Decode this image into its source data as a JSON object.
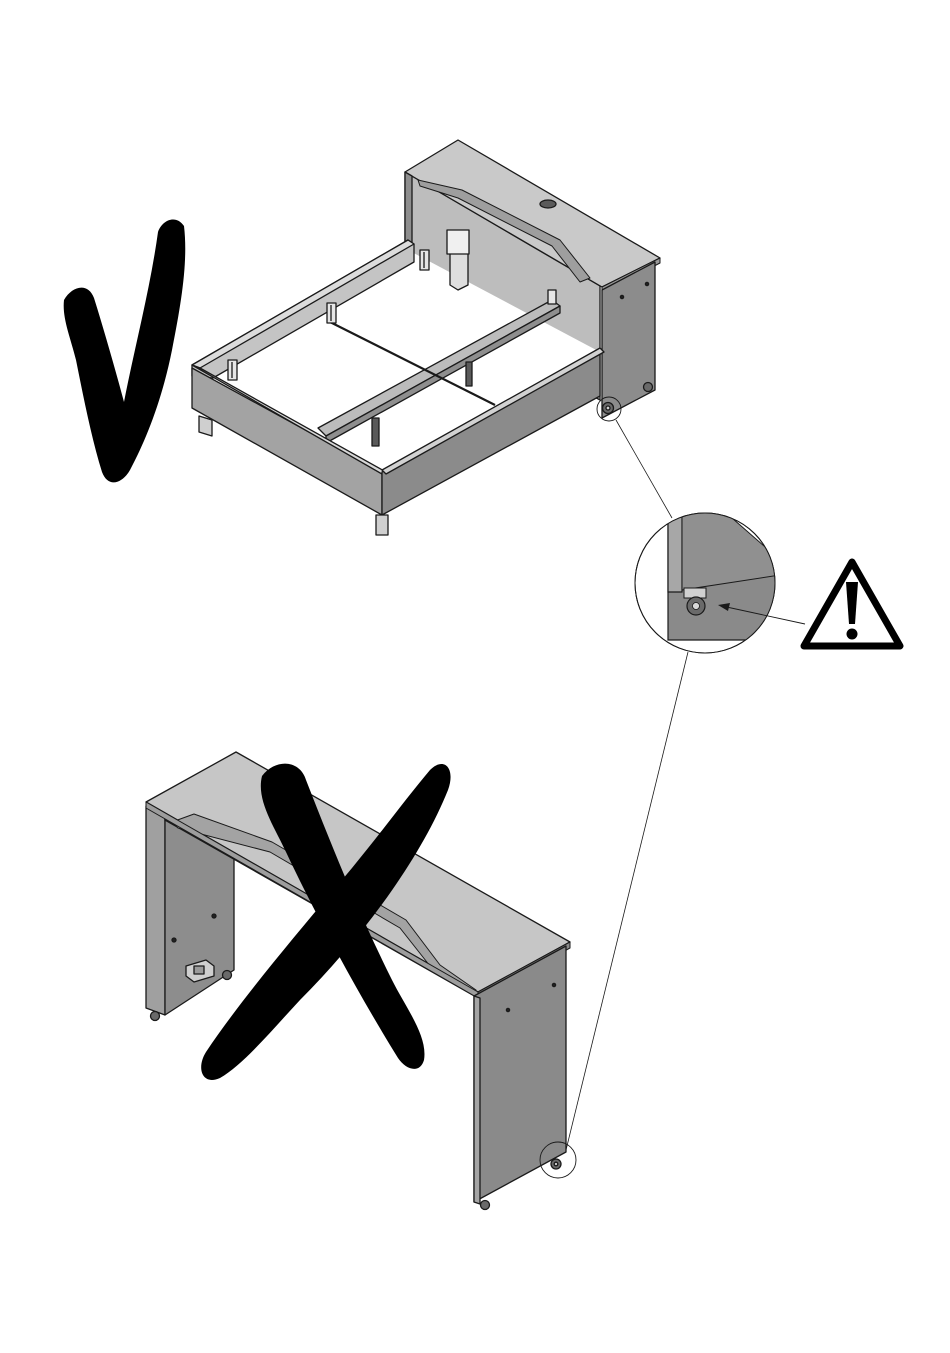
{
  "colors": {
    "background": "#ffffff",
    "outline": "#1a1a1a",
    "panel_light": "#c7c7c7",
    "panel_mid": "#a9a9a9",
    "panel_dark": "#8a8a8a",
    "panel_darker": "#7a7a7a",
    "mark": "#000000"
  },
  "icons": {
    "correct_mark": "check-v-mark-icon",
    "wrong_mark": "cross-x-mark-icon",
    "warning": "warning-triangle-icon",
    "caster": "caster-wheel-icon"
  },
  "figures": {
    "correct": "bed-frame-with-headboard-desk",
    "incorrect": "standalone-desk",
    "detail": "caster-detail-magnifier"
  }
}
